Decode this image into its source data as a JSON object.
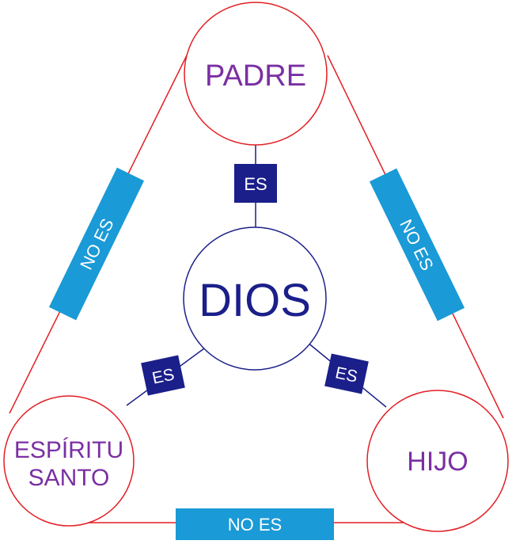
{
  "nodes": {
    "center": "DIOS",
    "top": "PADRE",
    "bottom_left": [
      "ESPÍRITU",
      "SANTO"
    ],
    "bottom_right": "HIJO"
  },
  "relations": {
    "is_label": "ES",
    "is_not_label": "NO ES"
  },
  "colors": {
    "outer_stroke": "#e31e24",
    "outer_text": "#7b2fa3",
    "inner_stroke": "#1b1f8a",
    "inner_text": "#1b1f8a",
    "es_box": "#1b1f8a",
    "no_es_box": "#1a9ad6"
  }
}
